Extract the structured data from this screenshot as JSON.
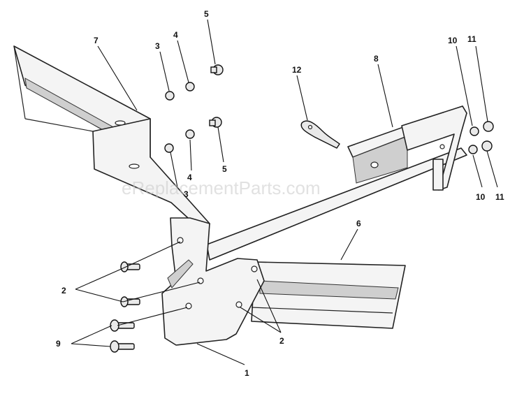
{
  "watermark": "eReplacementParts.com",
  "callouts": {
    "c1": "1",
    "c2a": "2",
    "c2b": "2",
    "c3a": "3",
    "c3b": "3",
    "c4a": "4",
    "c4b": "4",
    "c5a": "5",
    "c5b": "5",
    "c6": "6",
    "c7": "7",
    "c8": "8",
    "c9": "9",
    "c10a": "10",
    "c10b": "10",
    "c11a": "11",
    "c11b": "11",
    "c12": "12"
  }
}
